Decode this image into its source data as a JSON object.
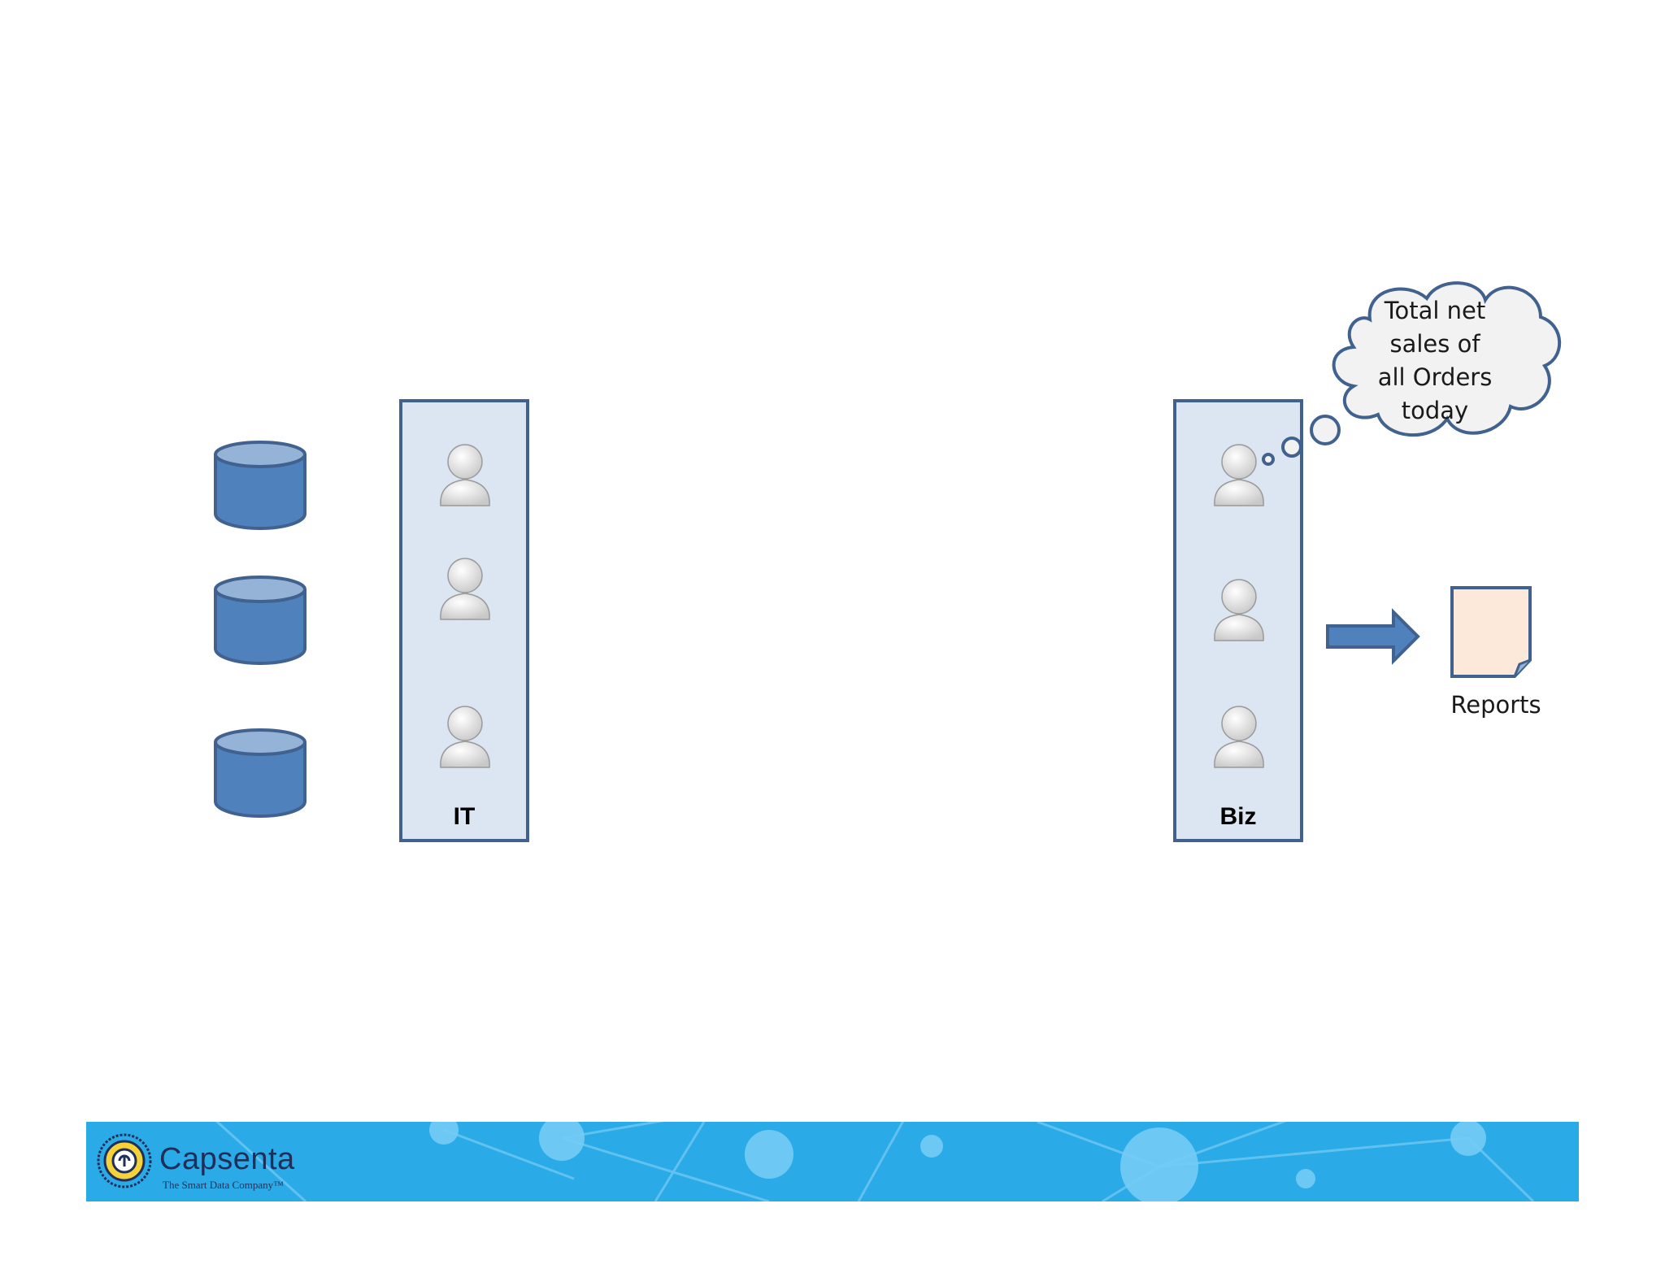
{
  "diagram": {
    "it_panel": {
      "label": "IT"
    },
    "biz_panel": {
      "label": "Biz"
    },
    "thought": {
      "lines": [
        "Total net",
        "sales of",
        "all Orders",
        "today"
      ]
    },
    "reports": {
      "label": "Reports"
    }
  },
  "footer": {
    "brand": "Capsenta",
    "tagline": "The Smart Data Company™"
  },
  "colors": {
    "database_fill": "#4f81bd",
    "database_top": "#95b3d7",
    "outline": "#41618f",
    "panel_fill": "#dce6f2",
    "report_fill": "#fde9d9",
    "banner": "#2aaae6"
  }
}
